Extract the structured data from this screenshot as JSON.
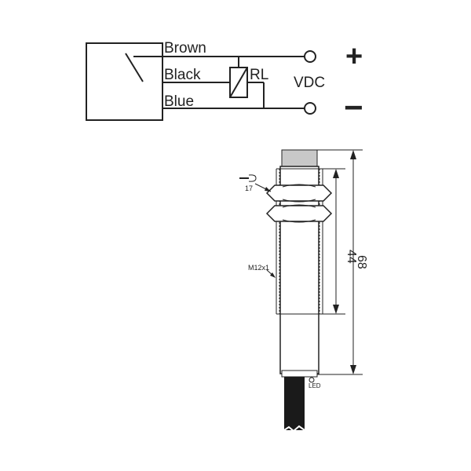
{
  "wiring": {
    "wire_brown": "Brown",
    "wire_black": "Black",
    "wire_blue": "Blue",
    "relay_label": "RL",
    "supply_label": "VDC",
    "plus_sign": "+",
    "minus_sign": "−"
  },
  "dimensions": {
    "wrench_size": "17",
    "thread": "M12x1",
    "thread_length": "44",
    "overall_length": "68",
    "led_label": "LED"
  }
}
